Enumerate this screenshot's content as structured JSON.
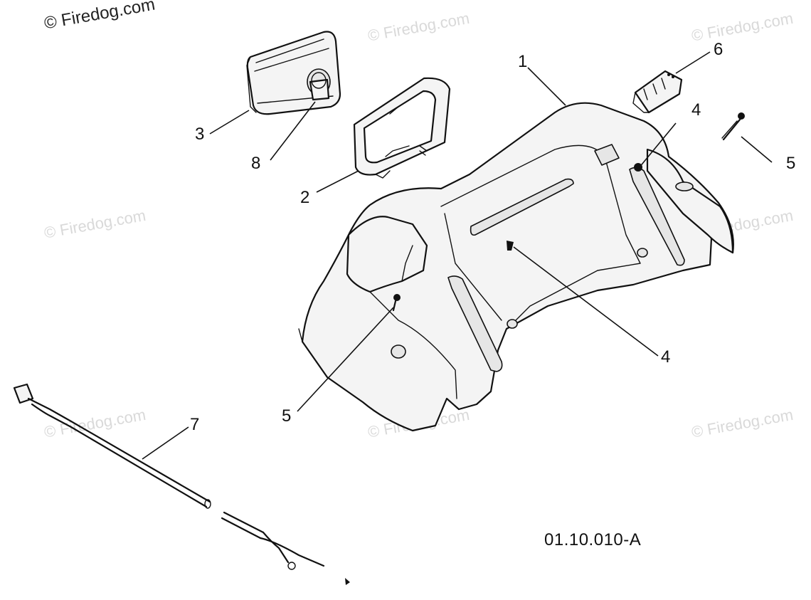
{
  "watermarks": {
    "main": "© Firedog.com",
    "faint": "© Firedog.com"
  },
  "figure_code": "01.10.010-A",
  "callouts": {
    "c1": "1",
    "c2": "2",
    "c3": "3",
    "c4a": "4",
    "c4b": "4",
    "c5a": "5",
    "c5b": "5",
    "c6": "6",
    "c7": "7",
    "c8": "8"
  },
  "colors": {
    "line": "#111111",
    "watermark": "#d9d9d9",
    "part_fill": "#f4f4f4"
  }
}
